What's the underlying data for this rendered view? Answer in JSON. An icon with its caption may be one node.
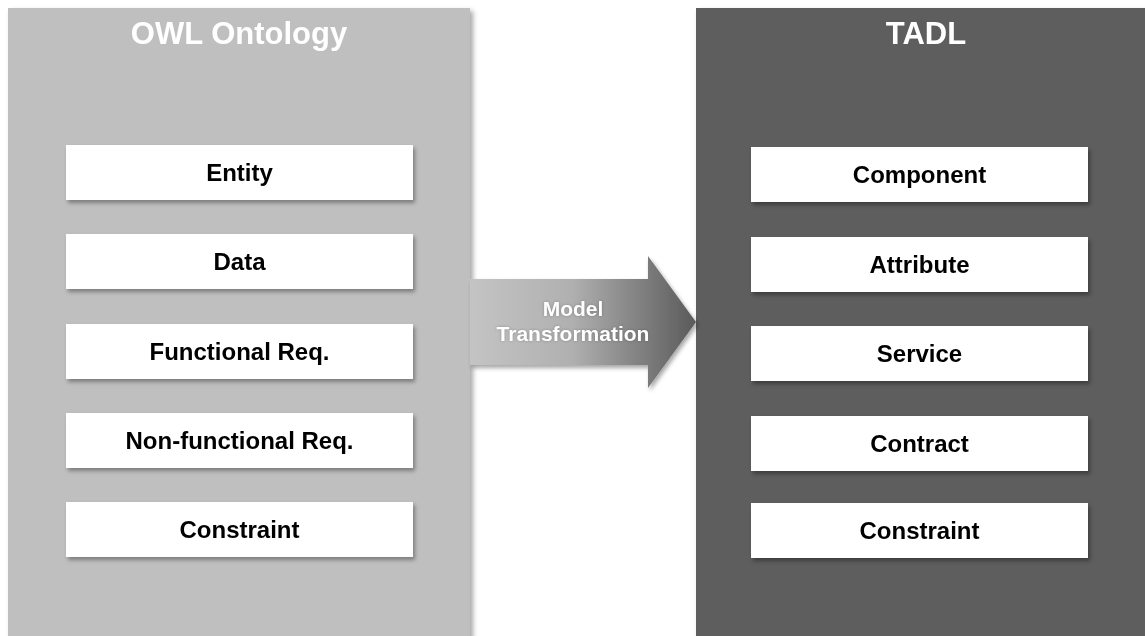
{
  "diagram": {
    "nodes": [
      {
        "text": [
          "OWL Ontology"
        ]
      },
      {
        "text": [
          "Entity"
        ],
        "in": 0
      },
      {
        "text": [
          "Data"
        ],
        "in": 0
      },
      {
        "text": [
          "Functional Req."
        ],
        "in": 0
      },
      {
        "text": [
          "Non-functional Req."
        ],
        "in": 0
      },
      {
        "text": [
          "Constraint"
        ],
        "in": 0
      },
      {
        "text": [
          "TADL"
        ]
      },
      {
        "text": [
          "Component"
        ],
        "in": 6
      },
      {
        "text": [
          "Attribute"
        ],
        "in": 6
      },
      {
        "text": [
          "Service"
        ],
        "in": 6
      },
      {
        "text": [
          "Contract"
        ],
        "in": 6
      },
      {
        "text": [
          "Constraint"
        ],
        "in": 6
      }
    ],
    "edges": [
      {
        "from": 0,
        "to": 6,
        "arrow": "to",
        "label": "Model Transformation",
        "style": "thick"
      }
    ]
  }
}
